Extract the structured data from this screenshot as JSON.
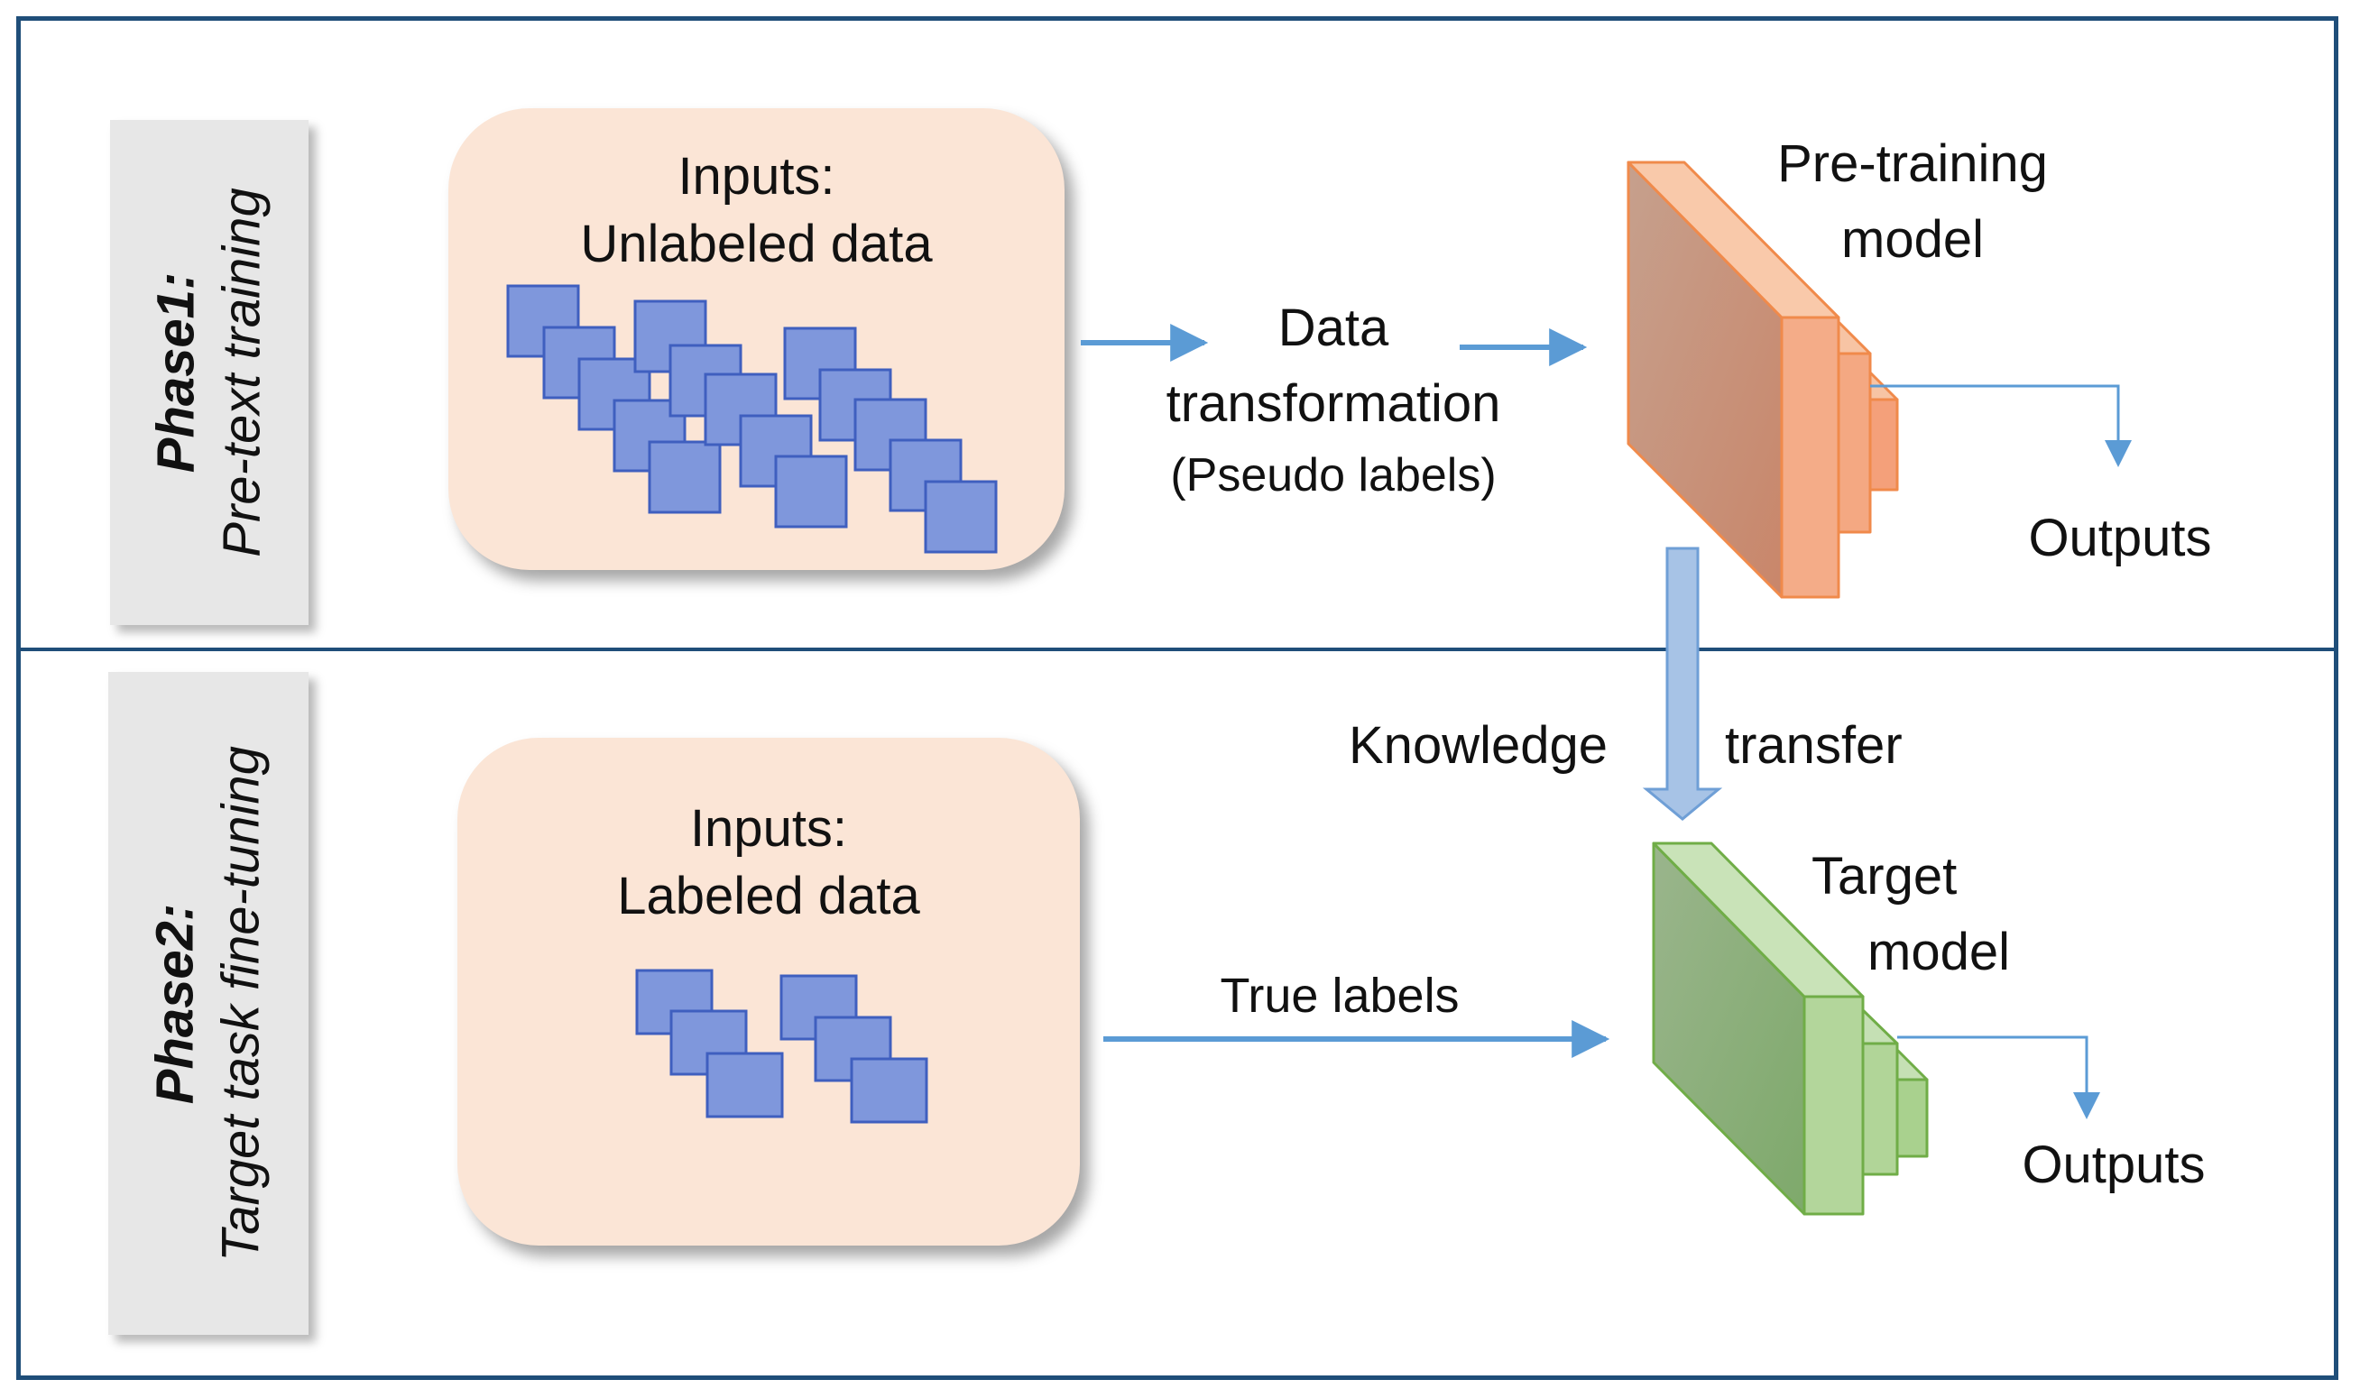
{
  "colors": {
    "frame": "#1f4e79",
    "phase_bg": "#e7e7e7",
    "input_box": "#fbe5d6",
    "square_fill": "#7f97dc",
    "square_stroke": "#3f5fbf",
    "arrow": "#5b9bd5",
    "pretrain_model": "#f4b183",
    "target_model": "#a9d18e"
  },
  "phase1": {
    "title": "Phase1:",
    "subtitle": "Pre-text training",
    "inputs": {
      "line1": "Inputs:",
      "line2": "Unlabeled data"
    },
    "transform": {
      "line1": "Data",
      "line2": "transformation",
      "line3": "(Pseudo labels)"
    },
    "model": {
      "line1": "Pre-training",
      "line2": "model"
    },
    "outputs": "Outputs"
  },
  "transfer": {
    "left": "Knowledge",
    "right": "transfer"
  },
  "phase2": {
    "title": "Phase2:",
    "subtitle": "Target task fine-tuning",
    "inputs": {
      "line1": "Inputs:",
      "line2": "Labeled data"
    },
    "edge_label": "True labels",
    "model": {
      "line1": "Target",
      "line2": "model"
    },
    "outputs": "Outputs"
  }
}
